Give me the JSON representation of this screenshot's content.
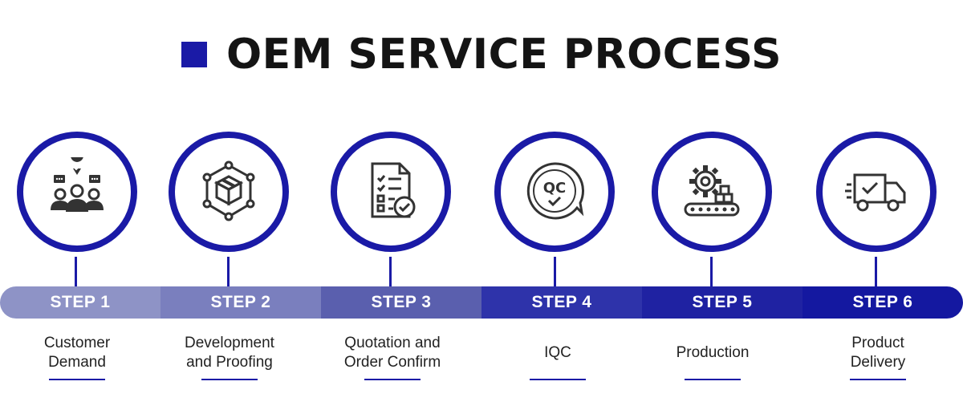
{
  "header": {
    "title": "OEM SERVICE PROCESS"
  },
  "colors": {
    "accent": "#1a1aa6",
    "bar_segments": [
      "#8e93c6",
      "#7a7fbe",
      "#5a5fae",
      "#2e33aa",
      "#1f22a2",
      "#1418a0"
    ]
  },
  "steps": [
    {
      "step_label": "STEP 1",
      "caption": "Customer\nDemand",
      "icon": "customer-demand-icon"
    },
    {
      "step_label": "STEP 2",
      "caption": "Development\nand Proofing",
      "icon": "development-network-box-icon"
    },
    {
      "step_label": "STEP 3",
      "caption": "Quotation and\nOrder Confirm",
      "icon": "checklist-confirm-icon"
    },
    {
      "step_label": "STEP 4",
      "caption": "IQC",
      "icon": "qc-stamp-icon"
    },
    {
      "step_label": "STEP 5",
      "caption": "Production",
      "icon": "gear-conveyor-icon"
    },
    {
      "step_label": "STEP 6",
      "caption": "Product\nDelivery",
      "icon": "delivery-truck-icon"
    }
  ]
}
